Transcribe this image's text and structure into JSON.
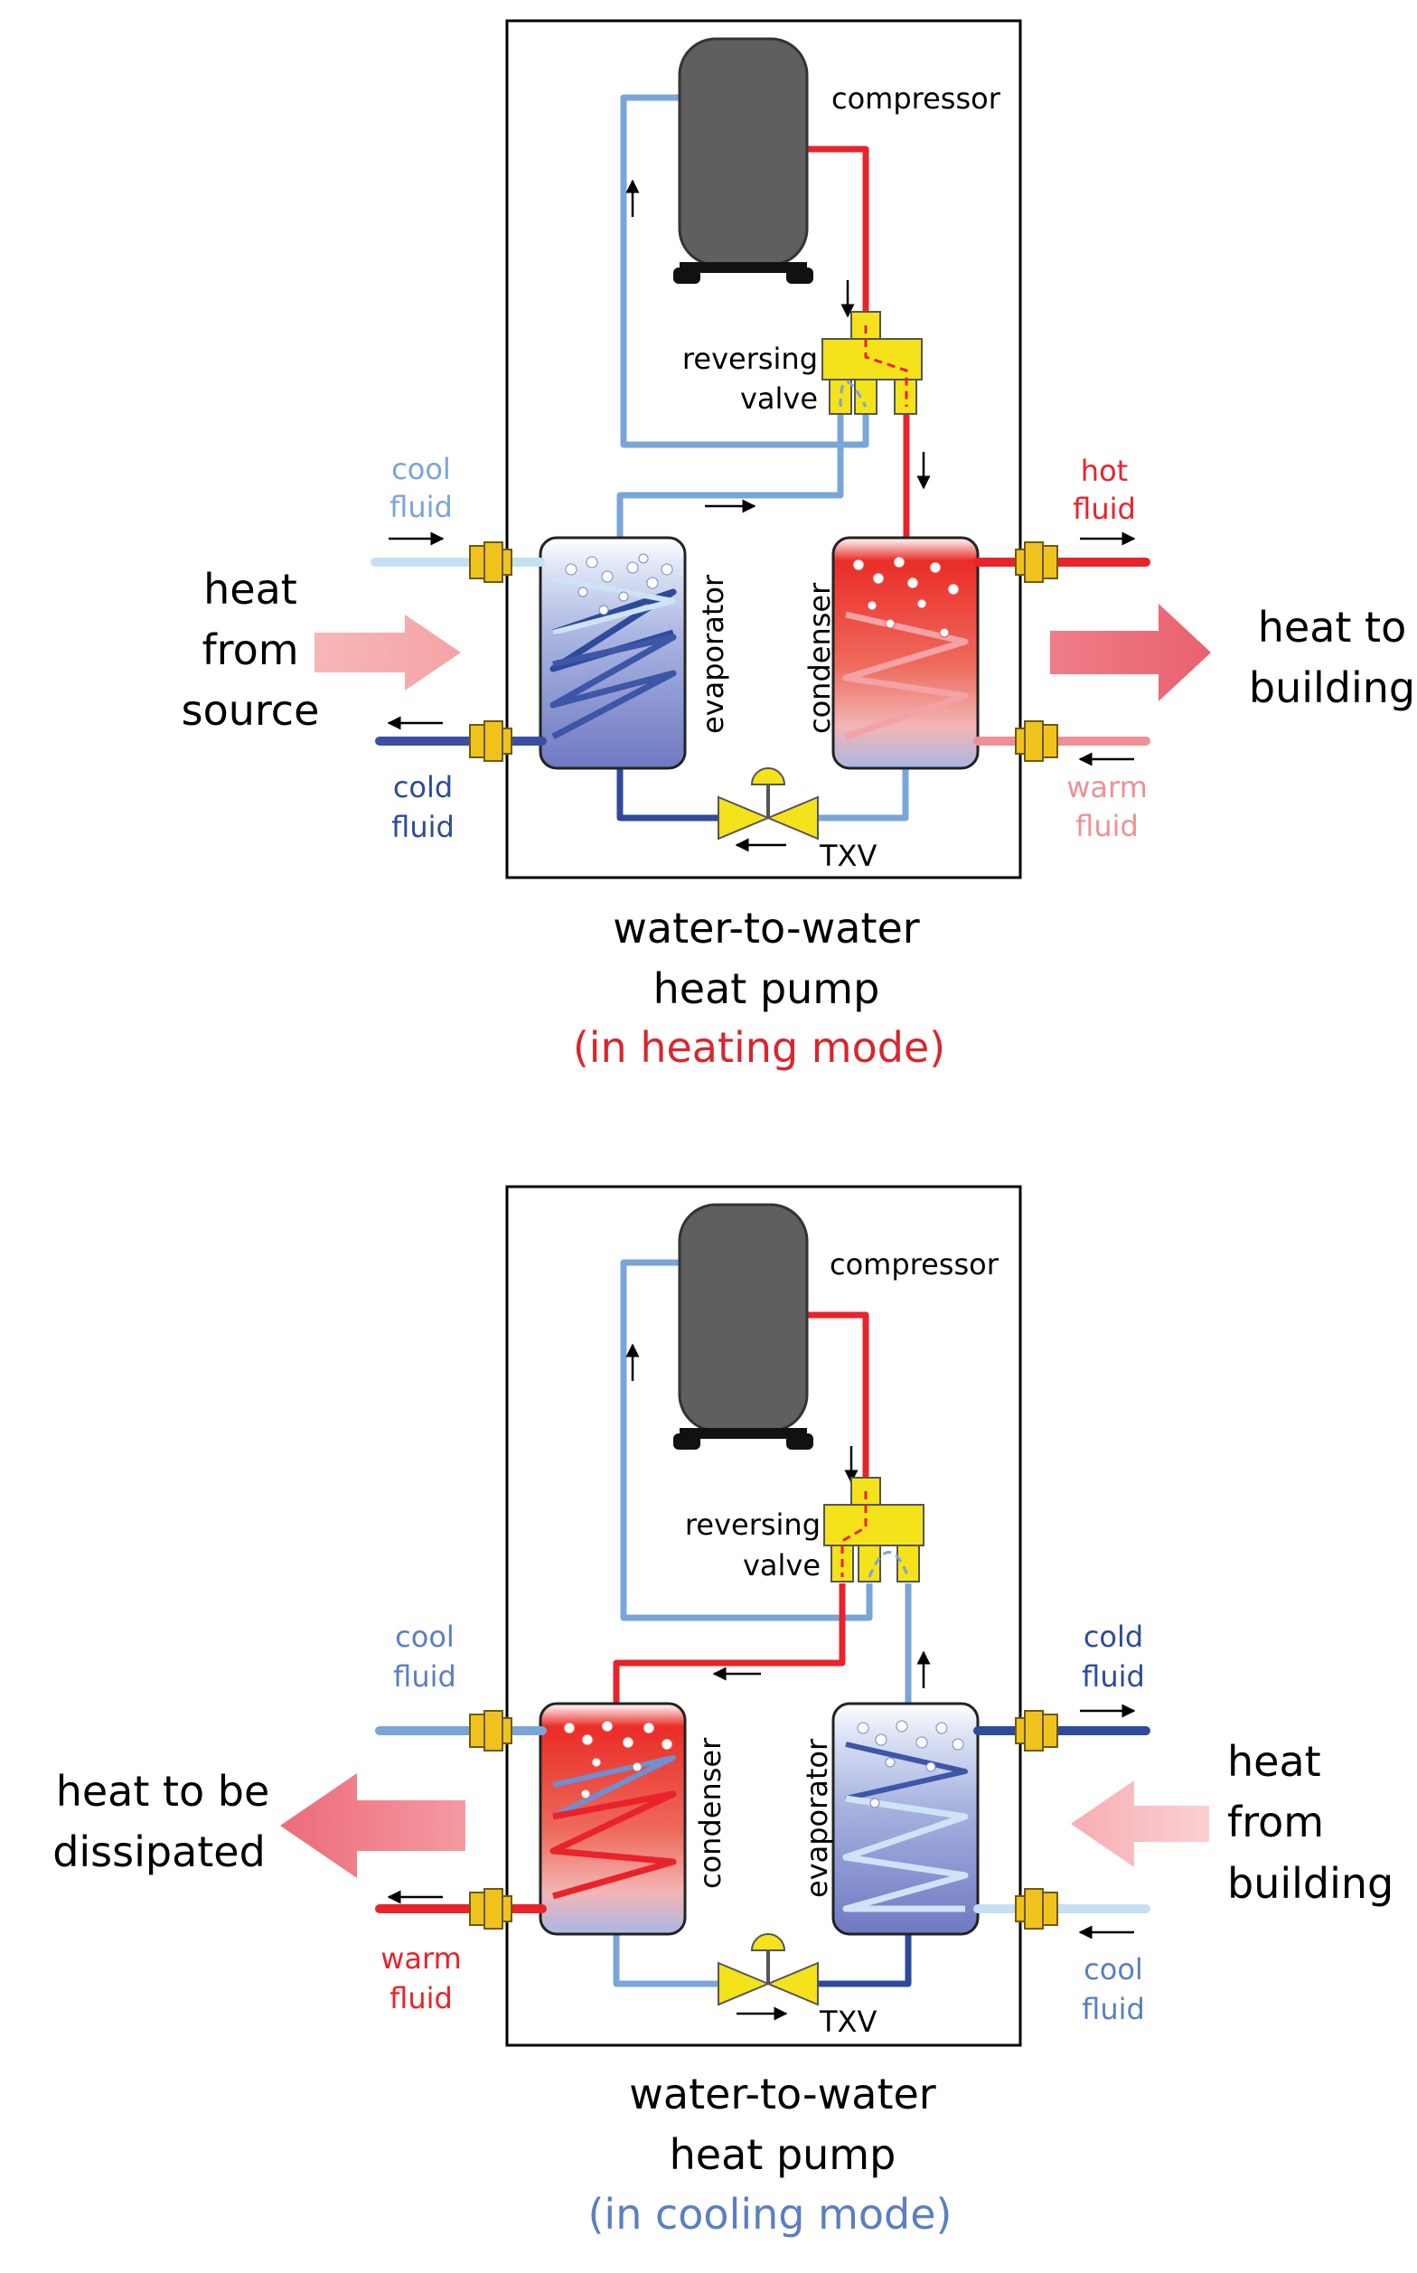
{
  "colors": {
    "hot_red": "#e8232a",
    "warm_pink": "#f09095",
    "cool_blue": "#7aa5d8",
    "light_blue": "#c5dff3",
    "cold_navy": "#2e4a9a",
    "compressor": "#5f5f5f",
    "valve_yellow": "#f4e21a",
    "heating_caption": "#d8262c",
    "cooling_caption": "#5b7fc0"
  },
  "heating": {
    "compressor": "compressor",
    "reversing_valve": [
      "reversing",
      "valve"
    ],
    "cool_fluid": [
      "cool",
      "fluid"
    ],
    "cold_fluid": [
      "cold",
      "fluid"
    ],
    "hot_fluid": [
      "hot",
      "fluid"
    ],
    "warm_fluid": [
      "warm",
      "fluid"
    ],
    "heat_from_source": [
      "heat",
      "from",
      "source"
    ],
    "heat_to_building": [
      "heat to",
      "building"
    ],
    "evaporator": "evaporator",
    "condenser": "condenser",
    "txv": "TXV",
    "caption": [
      "water-to-water",
      "heat pump"
    ],
    "mode": "(in heating mode)"
  },
  "cooling": {
    "compressor": "compressor",
    "reversing_valve": [
      "reversing",
      "valve"
    ],
    "cool_fluid_left": [
      "cool",
      "fluid"
    ],
    "warm_fluid": [
      "warm",
      "fluid"
    ],
    "cold_fluid": [
      "cold",
      "fluid"
    ],
    "cool_fluid_right": [
      "cool",
      "fluid"
    ],
    "heat_to_be_dissipated": [
      "heat to be",
      "dissipated"
    ],
    "heat_from_building": [
      "heat",
      "from",
      "building"
    ],
    "condenser": "condenser",
    "evaporator": "evaporator",
    "txv": "TXV",
    "caption": [
      "water-to-water",
      "heat pump"
    ],
    "mode": "(in cooling mode)"
  }
}
